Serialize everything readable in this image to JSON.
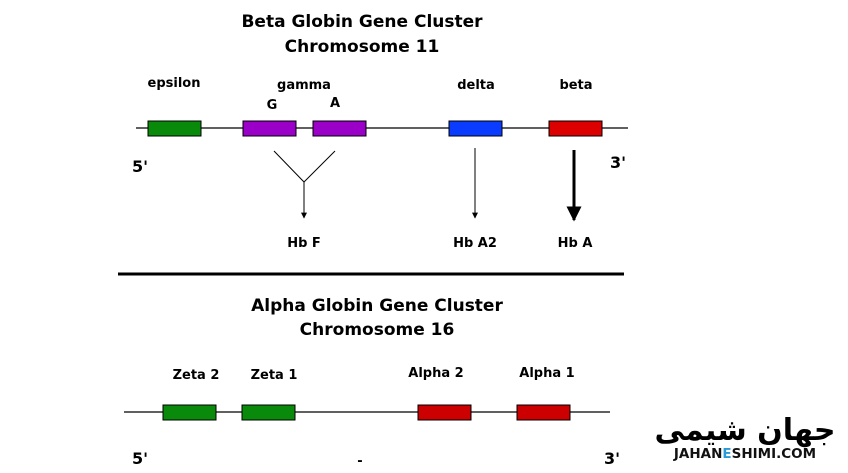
{
  "beta_cluster": {
    "title_line1": "Beta Globin Gene Cluster",
    "title_line2": "Chromosome 11",
    "five_prime": "5'",
    "three_prime": "3'",
    "genes": [
      {
        "label": "epsilon",
        "color": "#0a8a0a"
      },
      {
        "label": "G",
        "group_label": "gamma",
        "color": "#9a00c8"
      },
      {
        "label": "A",
        "color": "#9a00c8"
      },
      {
        "label": "delta",
        "color": "#0a3cff"
      },
      {
        "label": "beta",
        "color": "#dd0000"
      }
    ],
    "products": [
      "Hb F",
      "Hb A2",
      "Hb A"
    ]
  },
  "alpha_cluster": {
    "title_line1": "Alpha Globin Gene Cluster",
    "title_line2": "Chromosome 16",
    "five_prime": "5'",
    "three_prime": "3'",
    "genes": [
      {
        "label": "Zeta 2",
        "color": "#0a8a0a"
      },
      {
        "label": "Zeta 1",
        "color": "#0a8a0a"
      },
      {
        "label": "Alpha 2",
        "color": "#cc0000"
      },
      {
        "label": "Alpha 1",
        "color": "#cc0000"
      }
    ],
    "stray_mark": "-"
  },
  "watermark": {
    "persian": "جهان شیمی",
    "latin_prefix": "JAHAN",
    "latin_e": "E",
    "latin_suffix": "SHIMI.COM",
    "accent_color": "#2a9bd6"
  }
}
